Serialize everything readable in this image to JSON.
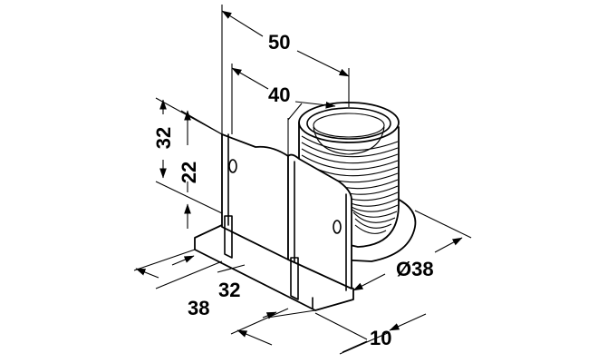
{
  "dimensions": {
    "d50": "50",
    "d40": "40",
    "d32_height": "32",
    "d22": "22",
    "d38_depth": "38",
    "d32_width": "32",
    "d10": "10",
    "dia38": "Ø38"
  }
}
